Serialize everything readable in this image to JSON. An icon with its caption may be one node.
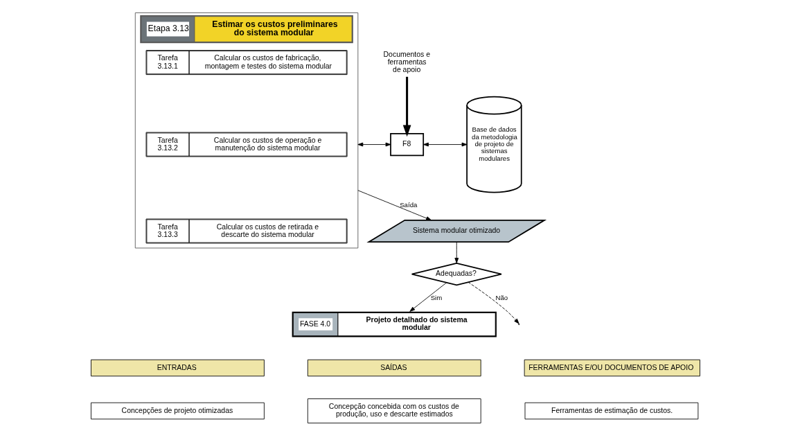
{
  "diagram": {
    "nodes": [
      {
        "text": [
          "Etapa 3.13",
          "Estimar os custos preliminares do sistema modular"
        ]
      },
      {
        "text": [
          "Tarefa 3.13.1",
          "Calcular os custos de fabricação, montagem e testes do sistema modular"
        ],
        "in": 0
      },
      {
        "text": [
          "Tarefa 3.13.2",
          "Calcular os custos de operação e manutenção do sistema modular"
        ],
        "in": 0
      },
      {
        "text": [
          "Tarefa 3.13.3",
          "Calcular os custos de retirada e descarte do sistema modular"
        ],
        "in": 0
      },
      {
        "text": [
          "Documentos e ferramentas de apoio"
        ]
      },
      {
        "text": [
          "F8"
        ]
      },
      {
        "text": [
          "Base de dados da metodologia de projeto de sistemas modulares"
        ]
      },
      {
        "text": [
          "Sistema modular otimizado"
        ]
      },
      {
        "text": [
          "Adequadas?"
        ]
      },
      {
        "text": [
          "FASE 4.0",
          "Projeto detalhado do sistema modular"
        ]
      }
    ],
    "edges": [
      {
        "from": 0,
        "to": 5,
        "arrow": "both"
      },
      {
        "from": 5,
        "to": 6,
        "arrow": "both"
      },
      {
        "from": 4,
        "to": 5,
        "arrow": "to",
        "style": "thick"
      },
      {
        "from": 0,
        "to": 7,
        "arrow": "to",
        "label": "Saída"
      },
      {
        "from": 7,
        "to": 8,
        "arrow": "to"
      },
      {
        "from": 8,
        "to": 9,
        "arrow": "to",
        "label": "Sim"
      },
      {
        "from": 8,
        "to": null,
        "arrow": "to",
        "label": "Não",
        "style": "dashed"
      }
    ],
    "labels": [
      "ENTRADAS",
      "SAÍDAS",
      "FERRAMENTAS E/OU DOCUMENTOS DE APOIO",
      "Concepções de projeto otimizadas",
      "Concepção concebida com os custos de produção, uso e descarte estimados",
      "Ferramentas de estimação de custos."
    ]
  }
}
